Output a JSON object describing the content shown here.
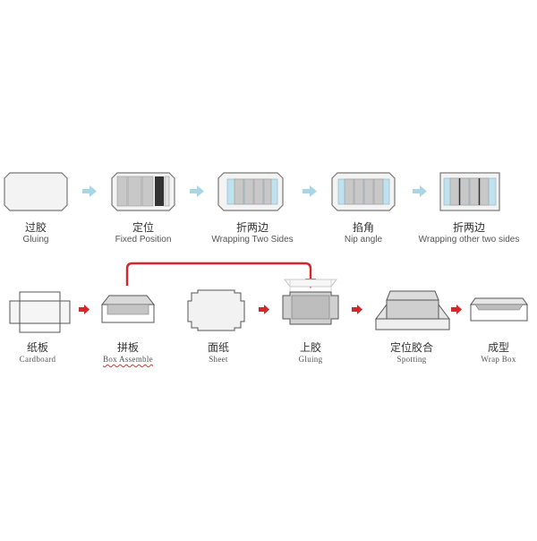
{
  "row1": [
    {
      "zh": "过胶",
      "en": "Gluing"
    },
    {
      "zh": "定位",
      "en": "Fixed Position"
    },
    {
      "zh": "折两边",
      "en": "Wrapping Two Sides"
    },
    {
      "zh": "掐角",
      "en": "Nip angle"
    },
    {
      "zh": "折两边",
      "en": "Wrapping other two sides"
    }
  ],
  "row2": [
    {
      "zh": "纸板",
      "en": "Cardboard"
    },
    {
      "zh": "拼板",
      "en": "Box Assemble"
    },
    {
      "zh": "面纸",
      "en": "Sheet"
    },
    {
      "zh": "上胶",
      "en": "Gluing"
    },
    {
      "zh": "定位胶合",
      "en": "Spotting"
    },
    {
      "zh": "成型",
      "en": "Wrap Box"
    }
  ],
  "colors": {
    "arrow_light": "#a9d6e5",
    "arrow_red": "#d9232d",
    "outline": "#666666",
    "shape_fill": "#f2f2f2",
    "panel_gray": "#c8c8c8",
    "panel_dark": "#333333",
    "edge_blue": "#bfe3ee"
  }
}
